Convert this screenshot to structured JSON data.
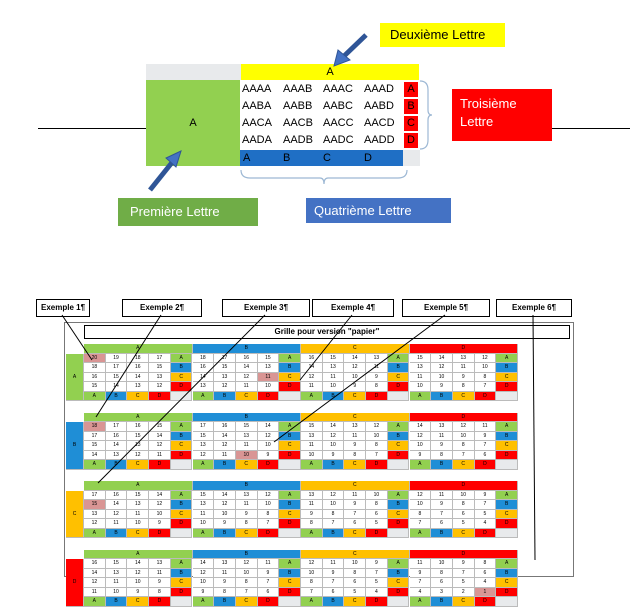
{
  "top": {
    "header_a": "A",
    "first_letter_block": "A",
    "rows": [
      [
        "AAAA",
        "AAAB",
        "AAAC",
        "AAAD",
        "A"
      ],
      [
        "AABA",
        "AABB",
        "AABC",
        "AABD",
        "B"
      ],
      [
        "AACA",
        "AACB",
        "AACC",
        "AACD",
        "C"
      ],
      [
        "AADA",
        "AADB",
        "AADC",
        "AADD",
        "D"
      ]
    ],
    "bottom_row": [
      "A",
      "B",
      "C",
      "D"
    ],
    "labels": {
      "deuxieme": "Deuxième Lettre",
      "troisieme": "Troisième Lettre",
      "premiere": "Première Lettre",
      "quatrieme": "Quatrième Lettre"
    }
  },
  "examples": [
    "Exemple 1¶",
    "Exemple 2¶",
    "Exemple 3¶",
    "Exemple 4¶",
    "Exemple 5¶",
    "Exemple 6¶"
  ],
  "grid": {
    "title": "Grille pour version \"papier\"",
    "letters": [
      "A",
      "B",
      "C",
      "D"
    ],
    "colors": {
      "A": "#92d050",
      "B": "#1f8ed6",
      "C": "#ffc000",
      "D": "#ff0000"
    },
    "block_numbers": [
      [
        [
          [
            20,
            19,
            18,
            17
          ],
          [
            18,
            17,
            16,
            15
          ],
          [
            16,
            15,
            14,
            13
          ],
          [
            15,
            14,
            13,
            12
          ]
        ],
        [
          [
            18,
            17,
            16,
            15
          ],
          [
            16,
            15,
            14,
            13
          ],
          [
            14,
            13,
            12,
            11
          ],
          [
            13,
            12,
            11,
            10
          ]
        ],
        [
          [
            16,
            15,
            14,
            13
          ],
          [
            14,
            13,
            12,
            11
          ],
          [
            12,
            11,
            10,
            9
          ],
          [
            11,
            10,
            9,
            8
          ]
        ],
        [
          [
            15,
            14,
            13,
            12
          ],
          [
            13,
            12,
            11,
            10
          ],
          [
            11,
            10,
            9,
            8
          ],
          [
            10,
            9,
            8,
            7
          ]
        ]
      ],
      [
        [
          [
            18,
            17,
            16,
            15
          ],
          [
            17,
            16,
            15,
            14
          ],
          [
            15,
            14,
            13,
            12
          ],
          [
            14,
            13,
            12,
            11
          ]
        ],
        [
          [
            17,
            16,
            15,
            14
          ],
          [
            15,
            14,
            13,
            12
          ],
          [
            13,
            12,
            11,
            10
          ],
          [
            12,
            11,
            10,
            9
          ]
        ],
        [
          [
            15,
            14,
            13,
            12
          ],
          [
            13,
            12,
            11,
            10
          ],
          [
            11,
            10,
            9,
            8
          ],
          [
            10,
            9,
            8,
            7
          ]
        ],
        [
          [
            14,
            13,
            12,
            11
          ],
          [
            12,
            11,
            10,
            9
          ],
          [
            10,
            9,
            8,
            7
          ],
          [
            9,
            8,
            7,
            6
          ]
        ]
      ],
      [
        [
          [
            17,
            16,
            15,
            14
          ],
          [
            15,
            14,
            13,
            12
          ],
          [
            13,
            12,
            11,
            10
          ],
          [
            12,
            11,
            10,
            9
          ]
        ],
        [
          [
            15,
            14,
            13,
            12
          ],
          [
            13,
            12,
            11,
            10
          ],
          [
            11,
            10,
            9,
            8
          ],
          [
            10,
            9,
            8,
            7
          ]
        ],
        [
          [
            13,
            12,
            11,
            10
          ],
          [
            11,
            10,
            9,
            8
          ],
          [
            9,
            8,
            7,
            6
          ],
          [
            8,
            7,
            6,
            5
          ]
        ],
        [
          [
            12,
            11,
            10,
            9
          ],
          [
            10,
            9,
            8,
            7
          ],
          [
            8,
            7,
            6,
            5
          ],
          [
            7,
            6,
            5,
            4
          ]
        ]
      ],
      [
        [
          [
            16,
            15,
            14,
            13
          ],
          [
            14,
            13,
            12,
            11
          ],
          [
            12,
            11,
            10,
            9
          ],
          [
            11,
            10,
            9,
            8
          ]
        ],
        [
          [
            14,
            13,
            12,
            11
          ],
          [
            12,
            11,
            10,
            9
          ],
          [
            10,
            9,
            8,
            7
          ],
          [
            9,
            8,
            7,
            6
          ]
        ],
        [
          [
            12,
            11,
            10,
            9
          ],
          [
            10,
            9,
            8,
            7
          ],
          [
            8,
            7,
            6,
            5
          ],
          [
            7,
            6,
            5,
            4
          ]
        ],
        [
          [
            11,
            10,
            9,
            8
          ],
          [
            9,
            8,
            7,
            6
          ],
          [
            7,
            6,
            5,
            4
          ],
          [
            4,
            3,
            2,
            1
          ]
        ]
      ]
    ]
  }
}
